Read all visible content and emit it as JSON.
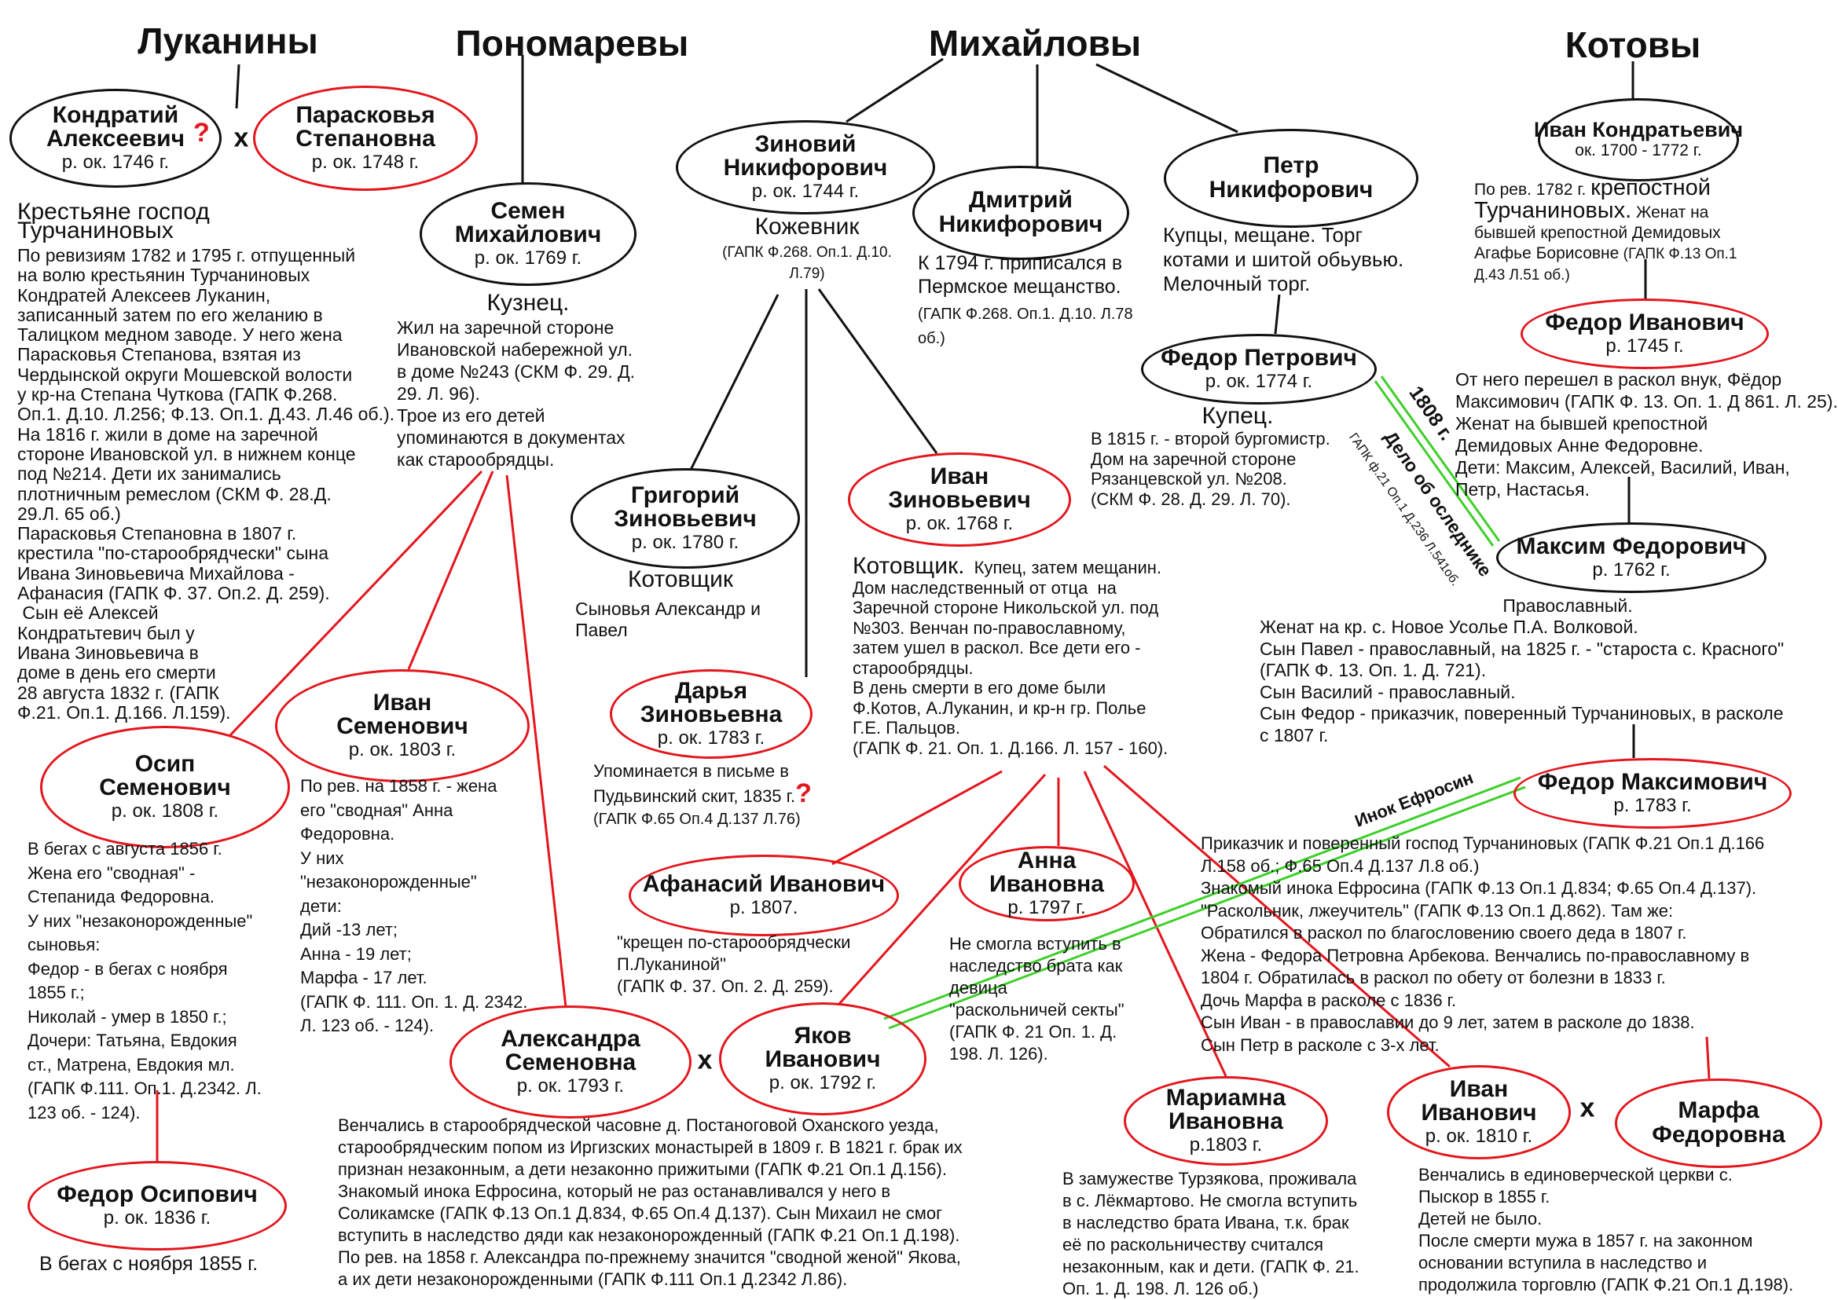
{
  "colors": {
    "male_line": "#111111",
    "female_red": "#e3161d",
    "green_link": "#3ecf2a"
  },
  "families": [
    "Луканины",
    "Пономаревы",
    "Михайловы",
    "Котовы"
  ],
  "marriage_sign": "x",
  "question_mark": "?",
  "persons": {
    "kondraty": {
      "name": "Кондратий\nАлексеевич",
      "birth": "р. ок. 1746 г."
    },
    "paraskovya": {
      "name": "Парасковья\nСтепановна",
      "birth": "р. ок. 1748 г."
    },
    "semen": {
      "name": "Семен\nМихайлович",
      "birth": "р. ок. 1769 г."
    },
    "zinovy": {
      "name": "Зиновий\nНикифорович",
      "birth": "р. ок. 1744 г."
    },
    "dmitry": {
      "name": "Дмитрий\nНикифорович"
    },
    "petr": {
      "name": "Петр\nНикифорович"
    },
    "ivan_k": {
      "name": "Иван Кондратьевич",
      "birth": "ок. 1700 - 1772 г."
    },
    "fedor_i": {
      "name": "Федор Иванович",
      "birth": "р. 1745 г."
    },
    "fedor_p": {
      "name": "Федор Петрович",
      "birth": "р. ок. 1774 г."
    },
    "maxim": {
      "name": "Максим Федорович",
      "birth": "р. 1762 г."
    },
    "grigory": {
      "name": "Григорий\nЗиновьевич",
      "birth": "р. ок. 1780 г."
    },
    "ivan_z": {
      "name": "Иван\nЗиновьевич",
      "birth": "р. ок. 1768 г."
    },
    "darya": {
      "name": "Дарья\nЗиновьевна",
      "birth": "р. ок. 1783 г."
    },
    "osip": {
      "name": "Осип\nСеменович",
      "birth": "р. ок. 1808 г."
    },
    "ivan_s": {
      "name": "Иван\nСеменович",
      "birth": "р. ок. 1803 г."
    },
    "afanasy": {
      "name": "Афанасий Иванович",
      "birth": "р. 1807."
    },
    "anna": {
      "name": "Анна\nИвановна",
      "birth": "р. 1797 г."
    },
    "fedor_m": {
      "name": "Федор Максимович",
      "birth": "р. 1783 г."
    },
    "alexandra": {
      "name": "Александра\nСеменовна",
      "birth": "р. ок. 1793 г."
    },
    "yakov": {
      "name": "Яков\nИванович",
      "birth": "р. ок. 1792 г."
    },
    "mariamna": {
      "name": "Мариамна\nИвановна",
      "birth": "р.1803 г."
    },
    "ivan_i": {
      "name": "Иван\nИванович",
      "birth": "р. ок. 1810 г."
    },
    "marfa": {
      "name": "Марфа\nФедоровна"
    },
    "fedor_o": {
      "name": "Федор Осипович",
      "birth": "р. ок. 1836 г."
    }
  },
  "notes": {
    "lukanin_title": "Крестьяне господ\nТурчаниновых",
    "lukanin_body": "По ревизиям 1782 и 1795 г. отпущенный\nна волю крестьянин Турчаниновых\nКондратей Алексеев Луканин,\nзаписанный затем по его желанию в\nТалицком медном заводе. У него жена\nПарасковья Степанова, взятая из\nЧердынской округи Мошевской волости\nу кр-на Степана Чуткова (ГАПК Ф.268.\nОп.1. Д.10. Л.256; Ф.13. Оп.1. Д.43. Л.46 об.).\nНа 1816 г. жили в доме на заречной\nстороне Ивановской ул. в нижнем конце\nпод №214. Дети их занимались\nплотничным ремеслом (СКМ Ф. 28.Д.\n29.Л. 65 об.)\nПарасковья Степановна в 1807 г.\nкрестила \"по-старообрядчески\" сына\nИвана Зиновьевича Михайлова -\nАфанасия (ГАПК Ф. 37. Оп.2. Д. 259).\n Сын её Алексей\nКондратьтевич был у\nИвана Зиновьевича в\nдоме в день его смерти\n28 августа 1832 г. (ГАПК\nФ.21. Оп.1. Д.166. Л.159).",
    "semen_title": "Кузнец.",
    "semen_body": "Жил на заречной стороне\nИвановской набережной ул.\nв доме №243 (СКМ Ф. 29. Д.\n29. Л. 96).\nТрое из его детей\nупоминаются в документах\nкак старообрядцы.",
    "zinovy_title": "Кожевник",
    "zinovy_ref": "(ГАПК Ф.268. Оп.1. Д.10.\nЛ.79)",
    "dmitry_body": "К 1794 г. приписался в\nПермское мещанство.",
    "dmitry_ref": "(ГАПК Ф.268. Оп.1. Д.10. Л.78\nоб.)",
    "petr_body": "Купцы, мещане. Торг\nкотами и шитой обьувью.\nМелочный торг.",
    "ivan_k_a": "По рев. 1782 г. ",
    "ivan_k_b": "крепостной\nТурчаниновых.",
    "ivan_k_c": " Женат на\nбывшей крепостной Демидовых\nАгафье Борисовне",
    "ivan_k_d": " (ГАПК Ф.13 Оп.1\nД.43 Л.51 об.)",
    "fedor_i_body": "От него перешел в раскол внук, Фёдор\nМаксимович (ГАПК Ф. 13. Оп. 1. Д 861. Л. 25).\nЖенат на бывшей крепостной\nДемидовых Анне Федоровне.\nДети: Максим, Алексей, Василий, Иван,\nПетр, Настасья.",
    "fedor_p_title": "Купец.",
    "fedor_p_body": "В 1815 г. - второй бургомистр.\nДом на заречной стороне\nРязанцевской ул. №208.\n(СКМ Ф. 28. Д. 29. Л. 70).",
    "grigory_title": "Котовщик",
    "grigory_body": "Сыновья Александр и\nПавел",
    "ivan_z_title": "Котовщик.",
    "ivan_z_first": "  Купец, затем мещанин.",
    "ivan_z_body": "Дом наследственный от отца  на\nЗаречной стороне Никольской ул. под\n№303. Венчан по-православному,\nзатем ушел в раскол. Все дети его -\nстарообрядцы.\nВ день смерти в его доме были\nФ.Котов, А.Луканин, и кр-н гр. Полье\nГ.Е. Пальцов.\n(ГАПК Ф. 21. Оп. 1. Д.166. Л. 157 - 160).",
    "darya_body": "Упоминается в письме в\nПудьвинский скит, 1835 г.",
    "darya_ref": "(ГАПК Ф.65 Оп.4 Д.137 Л.76)",
    "maxim_title": "Православный.",
    "maxim_body": "Женат на кр. с. Новое Усолье П.А. Волковой.\nСын Павел - православный, на 1825 г. - \"староста с. Красного\"\n(ГАПК Ф. 13. Оп. 1. Д. 721).\nСын Василий - православный.\nСын Федор - приказчик, поверенный Турчаниновых, в расколе\nс 1807 г.",
    "osip_body": "В бегах с августа 1856 г.\nЖена его \"сводная\" -\nСтепанида Федоровна.\nУ них \"незаконорожденные\"\nсыновья:\nФедор - в бегах с ноября\n1855 г.;\nНиколай - умер в 1850 г.;\nДочери: Татьяна, Евдокия\nст., Матрена, Евдокия мл.\n(ГАПК Ф.111. Оп.1. Д.2342. Л.\n123 об. - 124).",
    "ivan_s_body": "По рев. на 1858 г. - жена\nего \"сводная\" Анна\nФедоровна.\nУ них\n\"незаконорожденные\"\nдети:\nДий -13 лет;\nАнна - 19 лет;\nМарфа - 17 лет.\n(ГАПК Ф. 111. Оп. 1. Д. 2342.\nЛ. 123 об. - 124).",
    "afanasy_body": "\"крещен по-старообрядчески\nП.Луканиной\"\n(ГАПК Ф. 37. Оп. 2. Д. 259).",
    "anna_body": "Не смогла вступить в\nнаследство брата как\nдевица\n\"раскольничей секты\"\n(ГАПК Ф. 21 Оп. 1. Д.\n198. Л. 126).",
    "fedor_m_body": "Приказчик и поверенный господ Турчаниновых (ГАПК Ф.21 Оп.1 Д.166\nЛ.158 об.; Ф.65 Оп.4 Д.137 Л.8 об.)\nЗнакомый инока Ефросина (ГАПК Ф.13 Оп.1 Д.834; Ф.65 Оп.4 Д.137).\n\"Раскольник, лжеучитель\" (ГАПК Ф.13 Оп.1 Д.862). Там же:\nОбратился в раскол по благословению своего деда в 1807 г.\nЖена - Федора Петровна Арбекова. Венчались по-православному в\n1804 г. Обратилась в раскол по обету от болезни в 1833 г.\nДочь Марфа в расколе с 1836 г.\nСын Иван - в православии до 9 лет, затем в расколе до 1838.\nСын Петр в расколе с 3-х лет.",
    "yakov_body": "Венчались в старообрядческой часовне д. Постаноговой Оханского уезда,\nстарообрядческим попом из Иргизских монастырей в 1809 г. В 1821 г. брак их\nпризнан незаконным, а дети незаконно прижитыми (ГАПК Ф.21 Оп.1 Д.156).\nЗнакомый инока Ефросина, который не раз останавливался у него в\nСоликамске (ГАПК Ф.13 Оп.1 Д.834, Ф.65 Оп.4 Д.137). Сын Михаил не смог\nвступить в наследство дяди как незаконорожденный (ГАПК Ф.21 Оп.1 Д.198).\nПо рев. на 1858 г. Александра по-прежнему значится \"сводной женой\" Якова,\nа их дети незаконорожденными (ГАПК Ф.111 Оп.1 Д.2342 Л.86).",
    "mariamna_body": "В замужестве Турзякова, проживала\nв с. Лёкмартово. Не смогла вступить\nв наследство брата Ивана, т.к. брак\nеё по раскольничеству считался\nнезаконным, как и дети. (ГАПК Ф. 21.\nОп. 1. Д. 198. Л. 126 об.)",
    "ivan_i_body": "Венчались в единоверческой церкви с.\nПыскор в 1855 г.\nДетей не было.\nПосле смерти мужа в 1857 г. на законном\nосновании вступила в наследство и\nпродолжила торговлю (ГАПК Ф.21 Оп.1 Д.198).",
    "fedor_o_body": "В бегах с ноября 1855 г."
  },
  "links": {
    "case_year": "1808 г.",
    "case_title": "Дело об оследнике",
    "case_ref": "ГАПК ф.21 Оп.1 Д.236 Л.541об.",
    "monk": "Инок Ефросин"
  }
}
